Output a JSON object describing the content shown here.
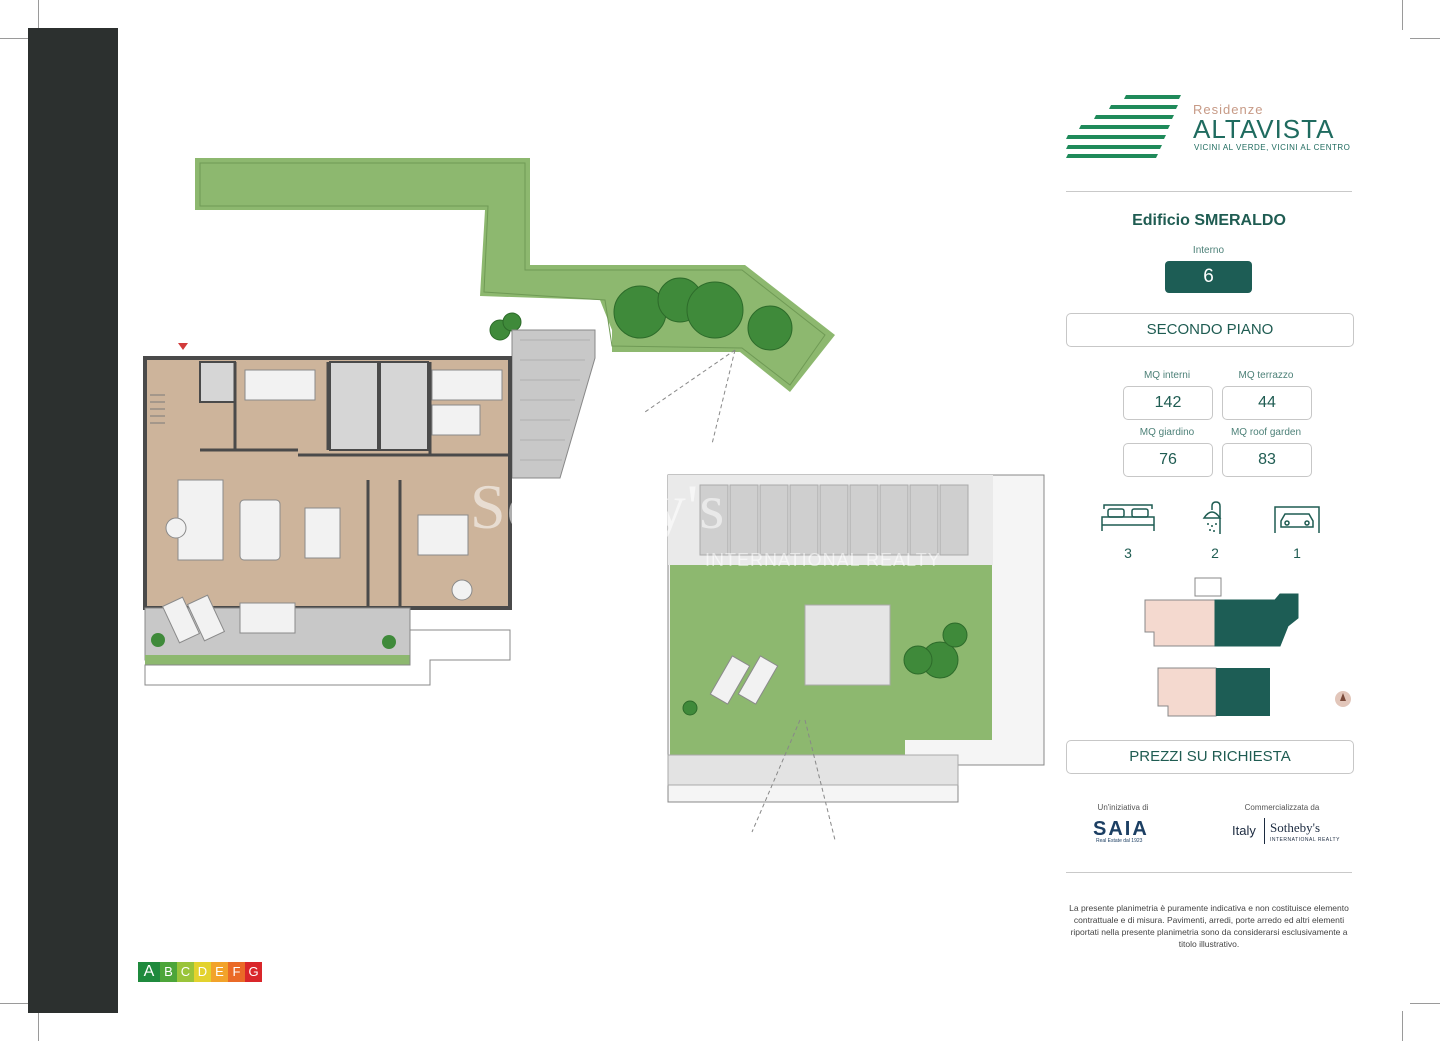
{
  "logo": {
    "small": "Residenze",
    "main": "ALTAVISTA",
    "tagline": "VICINI AL VERDE, VICINI AL CENTRO"
  },
  "building": {
    "prefix": "Edificio",
    "name": "SMERALDO"
  },
  "interno": {
    "label": "Interno",
    "value": "6"
  },
  "floor": "SECONDO PIANO",
  "areas": [
    {
      "label": "MQ interni",
      "value": "142"
    },
    {
      "label": "MQ terrazzo",
      "value": "44"
    },
    {
      "label": "MQ giardino",
      "value": "76"
    },
    {
      "label": "MQ roof garden",
      "value": "83"
    }
  ],
  "features": [
    {
      "icon": "bed-icon",
      "count": "3"
    },
    {
      "icon": "shower-icon",
      "count": "2"
    },
    {
      "icon": "car-icon",
      "count": "1"
    }
  ],
  "prices_button": "PREZZI SU RICHIESTA",
  "partners": {
    "initiative_label": "Un'iniziativa di",
    "initiative_name": "SAIA",
    "initiative_sub": "Real Estate dal 1923",
    "sales_label": "Commercializzata da",
    "sales_prefix": "Italy",
    "sales_name": "Sotheby's",
    "sales_sub": "INTERNATIONAL REALTY"
  },
  "disclaimer": "La presente planimetria è puramente indicativa e non costituisce elemento contrattuale e di misura. Pavimenti, arredi, porte arredo ed altri elementi riportati nella presente planimetria sono da considerarsi esclusivamente a titolo illustrativo.",
  "watermark": {
    "main": "Sotheby's",
    "sub": "INTERNATIONAL REALTY"
  },
  "energy_classes": [
    "A",
    "B",
    "C",
    "D",
    "E",
    "F",
    "G"
  ],
  "colors": {
    "accent": "#1d5d55",
    "grass": "#8db86f",
    "floor": "#cdb49b",
    "terrace": "#c8c8c8",
    "sidebar": "#2c302f"
  }
}
